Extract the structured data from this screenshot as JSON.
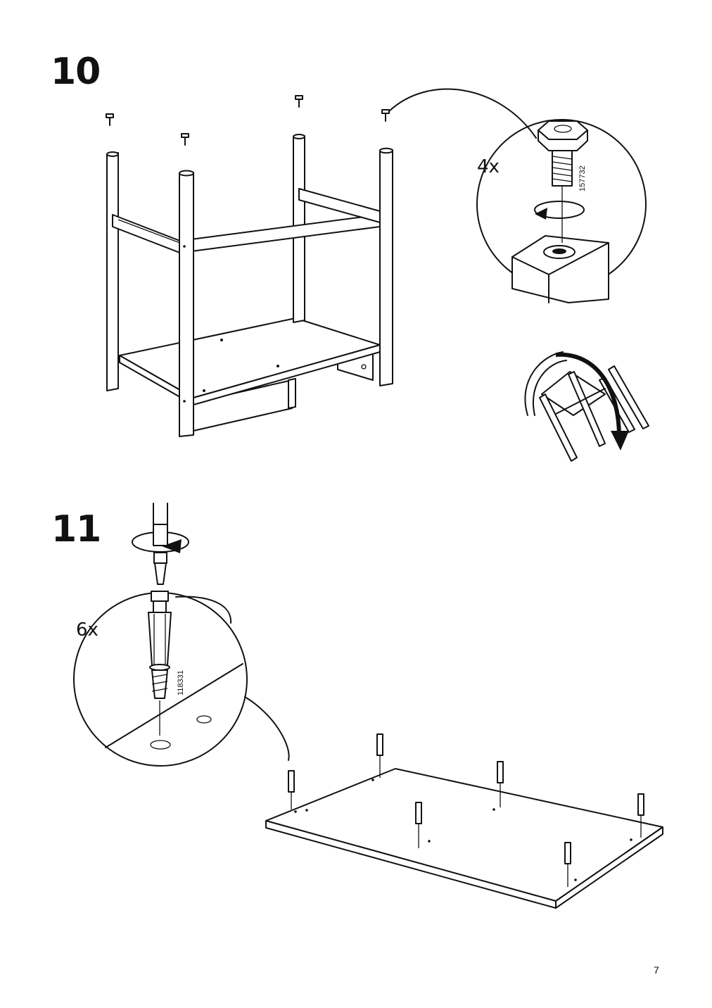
{
  "steps": [
    {
      "number": "10",
      "quantity": "4x",
      "part_number": "157732"
    },
    {
      "number": "11",
      "quantity": "6x",
      "part_number": "118331"
    }
  ],
  "page_number": "7"
}
